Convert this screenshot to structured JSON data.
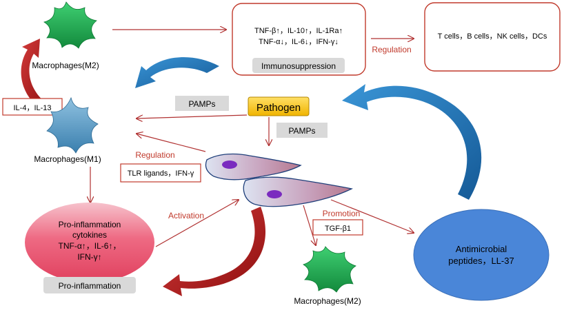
{
  "colors": {
    "arrow_line": "#b03030",
    "label_red": "#c0392b",
    "green_macrophage": "#1ea84f",
    "blue_macrophage": "#4a90b8",
    "pathogen_fill": "#f5c518",
    "gray_label": "#d9d9d9",
    "pink_ellipse": "#e8506a",
    "blue_ellipse": "#4a86d8",
    "curved_blue_arrow": "#1f6fb5",
    "curved_red_arrow": "#b01a1a"
  },
  "nodes": {
    "macrophage_m2_top": "Macrophages(M2)",
    "macrophage_m1": "Macrophages(M1)",
    "macrophage_m2_bottom": "Macrophages(M2)",
    "pathogen": "Pathogen",
    "cytokines_m2_line1": "TNF-β↑，IL-10↑，IL-1Ra↑",
    "cytokines_m2_line2": "TNF-α↓，IL-6↓，IFN-γ↓",
    "immunosuppression": "Immunosuppression",
    "regulation_top": "Regulation",
    "target_cells": "T cells，B cells，NK cells，DCs",
    "il4_il13": "IL-4，IL-13",
    "pamps_left": "PAMPs",
    "pamps_down": "PAMPs",
    "regulation_mid": "Regulation",
    "tlr_ligands": "TLR ligands，IFN-γ",
    "activation": "Activation",
    "promotion": "Promotion",
    "tgf_b1": "TGF-β1",
    "proinflam_line1": "Pro-inflammation",
    "proinflam_line2": "cytokines",
    "proinflam_line3": "TNF-α↑，IL-6↑，",
    "proinflam_line4": "IFN-γ↑",
    "proinflam_label": "Pro-inflammation",
    "antimicrobial_line1": "Antimicrobial",
    "antimicrobial_line2": "peptides，LL-37"
  },
  "icons": [
    "star-cell-icon",
    "fibroblast-cell-icon",
    "curved-arrow-icon"
  ]
}
